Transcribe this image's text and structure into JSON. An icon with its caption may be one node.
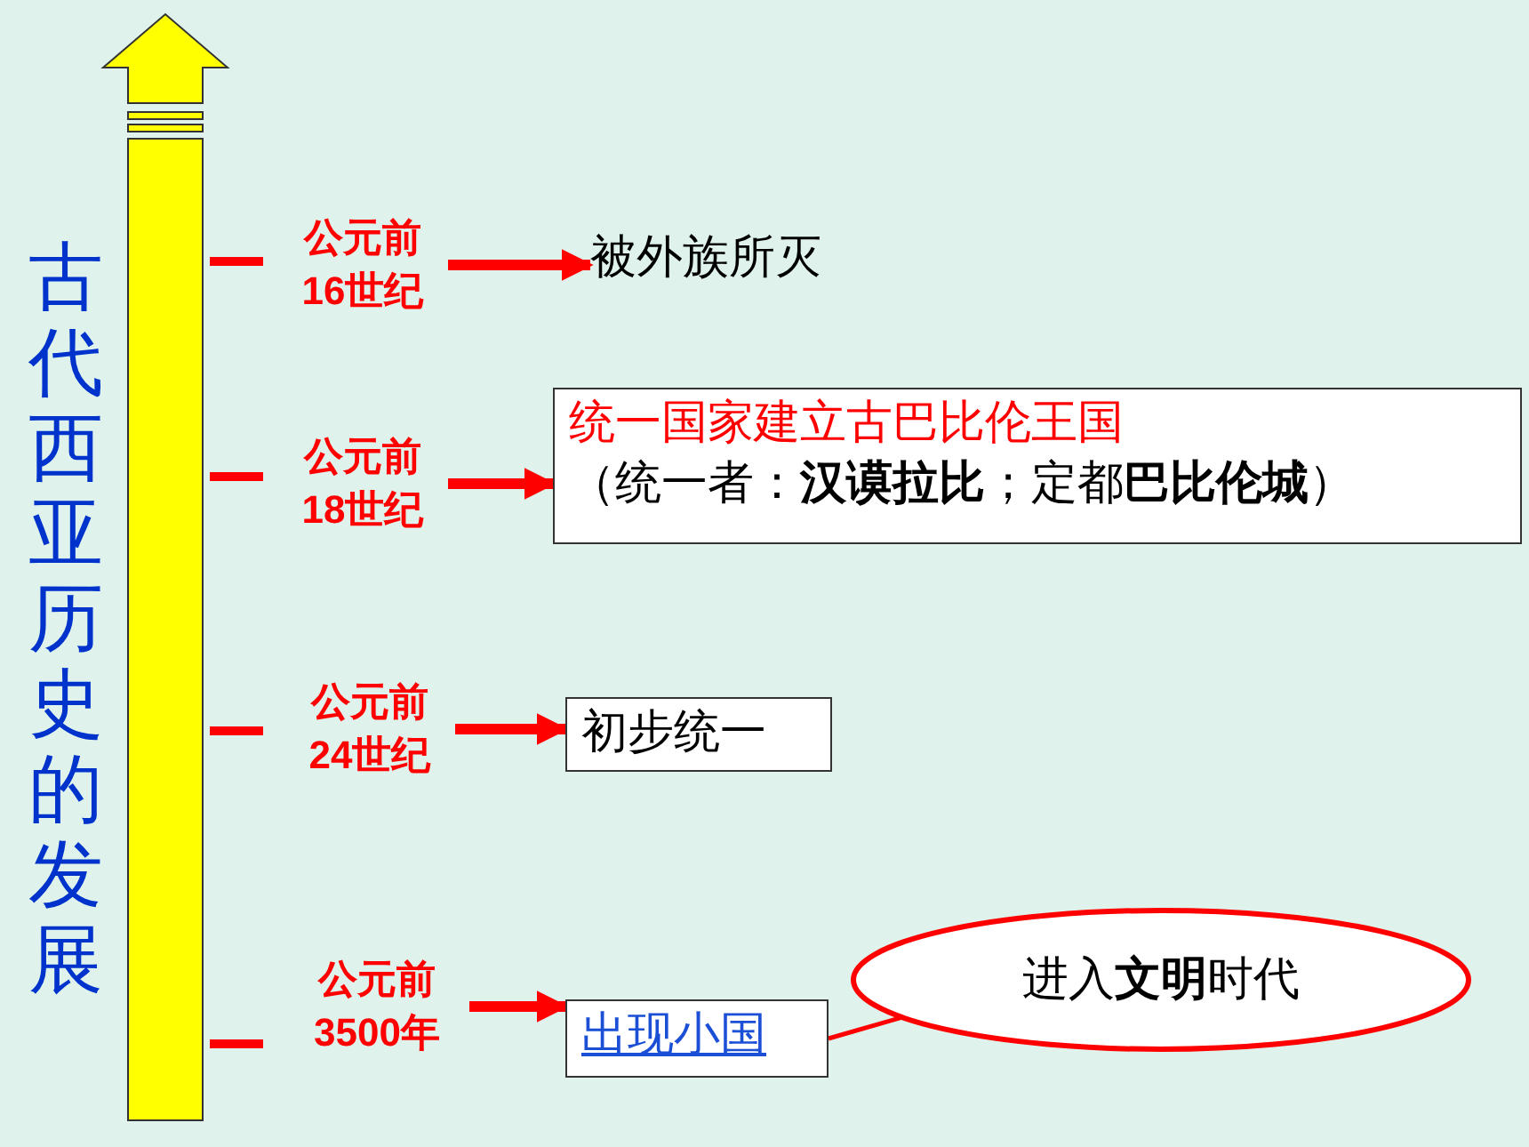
{
  "diagram": {
    "title": "古代西亚历史的发展",
    "nodes": [
      {
        "text": [
          "公元前16世纪"
        ]
      },
      {
        "text": [
          "被外族所灭"
        ]
      },
      {
        "text": [
          "公元前18世纪"
        ]
      },
      {
        "text": [
          "统一国家建立古巴比伦王国",
          "（统一者：**汉谟拉比**；定都**巴比伦城**）"
        ]
      },
      {
        "text": [
          "公元前24世纪"
        ]
      },
      {
        "text": [
          "初步统一"
        ]
      },
      {
        "text": [
          "公元前3500年"
        ]
      },
      {
        "text": [
          "出现小国"
        ]
      },
      {
        "text": [
          "进入**文明**时代"
        ]
      }
    ],
    "edges": [
      {
        "from": 0,
        "to": 1,
        "arrow": "to"
      },
      {
        "from": 2,
        "to": 3,
        "arrow": "to"
      },
      {
        "from": 4,
        "to": 5,
        "arrow": "to"
      },
      {
        "from": 6,
        "to": 7,
        "arrow": "to"
      },
      {
        "from": 8,
        "to": 7,
        "arrow": "none"
      }
    ]
  }
}
